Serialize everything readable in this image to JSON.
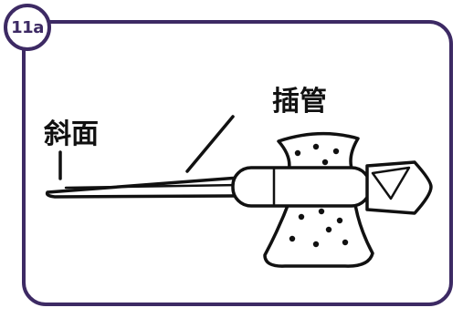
{
  "step": {
    "badge": "11a"
  },
  "labels": {
    "bevel": "斜面",
    "cannula": "插管"
  },
  "colors": {
    "frame": "#3d2a64",
    "line": "#111111",
    "fill": "#ffffff"
  }
}
